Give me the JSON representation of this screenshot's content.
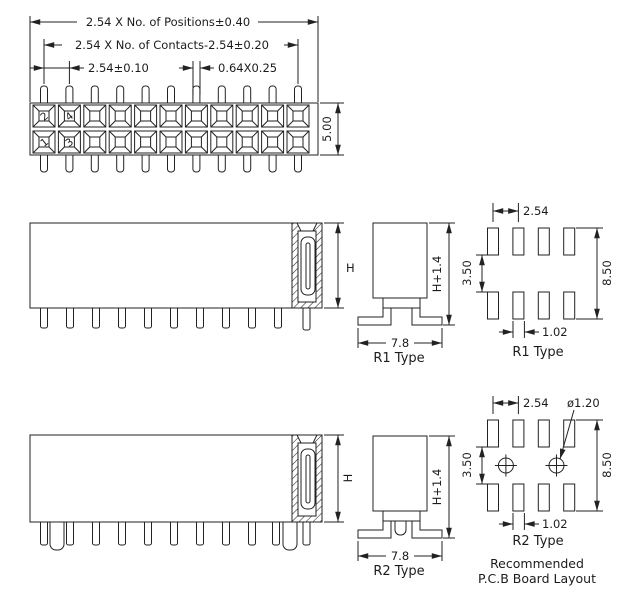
{
  "top_view": {
    "dim_positions": "2.54 X No. of Positions±0.40",
    "dim_contacts": "2.54 X No. of Contacts-2.54±0.20",
    "dim_pitch": "2.54±0.10",
    "dim_pin_size": "0.64X0.25",
    "dim_body_height": "5.00",
    "pin1": "1",
    "pin2": "2",
    "pin3": "3",
    "pin4": "4"
  },
  "r1": {
    "side_height": "H",
    "front_height": "H+1.4",
    "front_width": "7.8",
    "type_label": "R1 Type",
    "layout_pitch": "2.54",
    "layout_row_gap": "3.50",
    "layout_height": "8.50",
    "layout_pad_width": "1.02",
    "layout_label": "R1 Type"
  },
  "r2": {
    "side_height": "H",
    "front_height": "H+1.4",
    "front_width": "7.8",
    "type_label": "R2 Type",
    "layout_pitch": "2.54",
    "layout_hole_dia": "ø1.20",
    "layout_row_gap": "3.50",
    "layout_height": "8.50",
    "layout_pad_width": "1.02",
    "layout_label": "R2 Type"
  },
  "footer": {
    "line1": "Recommended",
    "line2": "P.C.B Board Layout"
  },
  "colors": {
    "line": "#222222",
    "background": "#ffffff"
  }
}
